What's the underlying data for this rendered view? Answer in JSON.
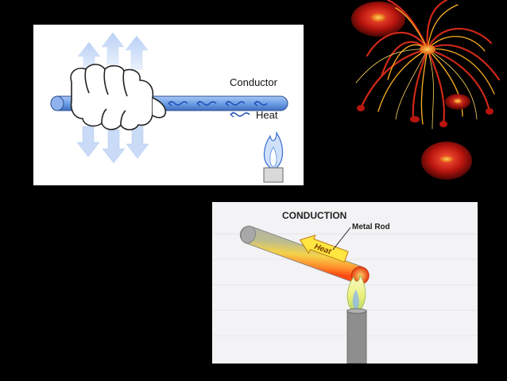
{
  "slide": {
    "background_color": "#000000"
  },
  "top_diagram": {
    "labels": {
      "conductor": "Conductor",
      "heat": "Heat"
    },
    "colors": {
      "rod": "#6f9fe6",
      "arrows": "#4a7fd8",
      "flame": "#8ab4f0"
    }
  },
  "bottom_diagram": {
    "labels": {
      "title": "CONDUCTION",
      "rod": "Metal Rod",
      "heat": "Heat"
    },
    "colors": {
      "rod_cool": "#9a9a9a",
      "rod_hot": "#ff5a1a",
      "arrow_fill": "#ffe640",
      "flame": "#e9f07a"
    }
  },
  "decoration": {
    "icon": "abstract-firework-flower",
    "colors": [
      "#c0201a",
      "#ffb020",
      "#7a1410"
    ]
  }
}
